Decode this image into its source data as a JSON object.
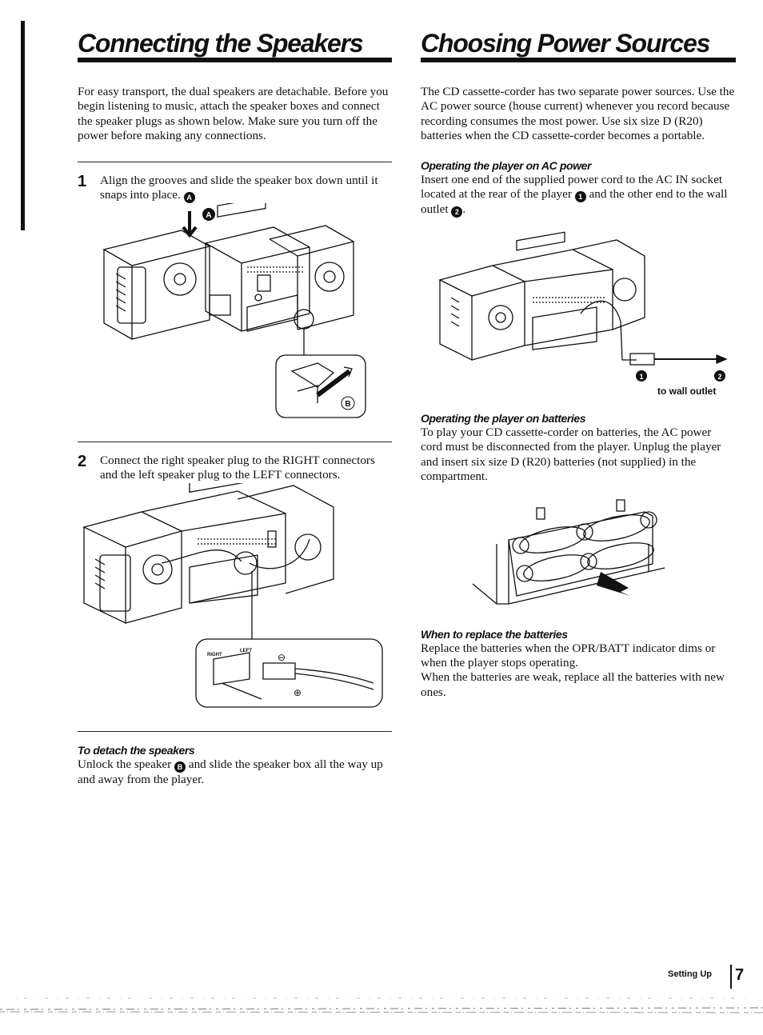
{
  "left": {
    "title": "Connecting the Speakers",
    "intro": "For easy transport, the dual speakers are detachable. Before you begin listening to music, attach the speaker boxes and connect the speaker plugs as shown below. Make sure you turn off the power before making any connections.",
    "step1": {
      "num": "1",
      "text": "Align the grooves and slide the speaker box down until it snaps into place.",
      "badge": "A"
    },
    "fig1": {
      "callout_a": "A",
      "callout_b": "B"
    },
    "step2": {
      "num": "2",
      "text": "Connect the right speaker plug to the RIGHT connectors and the left speaker plug to the LEFT connectors."
    },
    "fig2": {
      "right": "RIGHT",
      "left": "LEFT",
      "minus": "⊖",
      "plus": "⊕"
    },
    "detach": {
      "heading": "To detach the speakers",
      "text_before": "Unlock the speaker",
      "badge": "B",
      "text_after": "and slide the speaker box all the way up and away from the player."
    }
  },
  "right": {
    "title": "Choosing Power Sources",
    "intro": "The CD cassette-corder has two separate power sources. Use the AC power source (house current) whenever you record because recording consumes the most power. Use six size D (R20) batteries when the CD cassette-corder becomes a portable.",
    "ac": {
      "heading": "Operating the player on AC power",
      "text1": "Insert one end of the supplied power cord to the AC IN socket located at the rear of the player",
      "badge1": "1",
      "text2": "and the other end to the wall outlet",
      "badge2": "2",
      "text3": "."
    },
    "fig3": {
      "n1": "1",
      "n2": "2",
      "wall": "to wall outlet"
    },
    "batt": {
      "heading": "Operating the player on batteries",
      "text": "To play your CD cassette-corder on batteries, the AC power cord must be disconnected from the player. Unplug the player and insert six size D (R20) batteries (not supplied) in the compartment."
    },
    "replace": {
      "heading": "When to replace the batteries",
      "text1": "Replace the batteries when the OPR/BATT indicator dims or when the player stops operating.",
      "text2": "When the batteries are weak, replace all the batteries with new ones."
    }
  },
  "footer": {
    "section": "Setting Up",
    "page": "7"
  }
}
